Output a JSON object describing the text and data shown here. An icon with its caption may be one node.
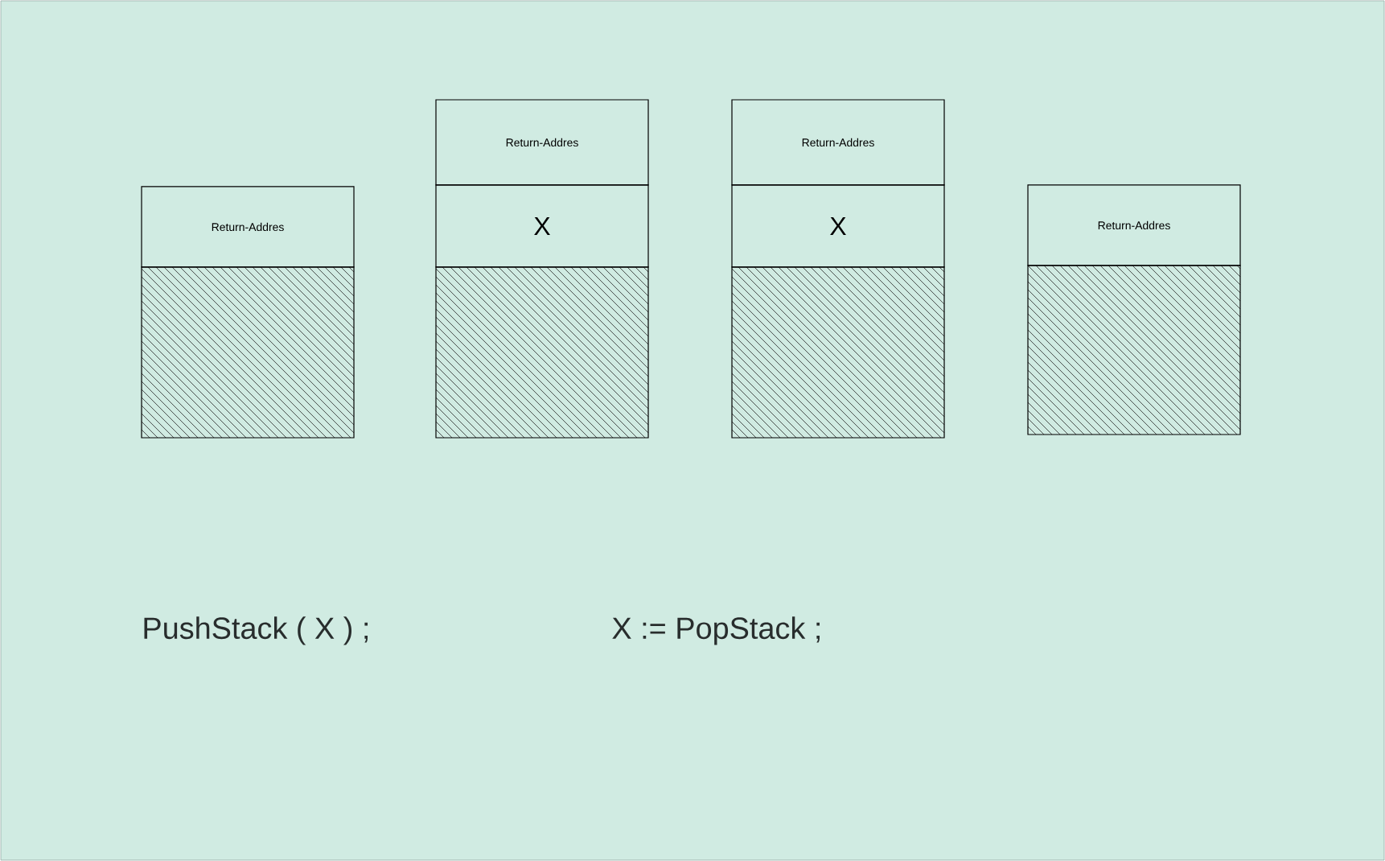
{
  "diagram": {
    "nodes": [
      {
        "text": [
          "Return-Addres"
        ]
      },
      {
        "text": [],
        "shape": "box"
      },
      {
        "text": [
          "Return-Addres"
        ]
      },
      {
        "text": [
          "X"
        ]
      },
      {
        "text": [],
        "shape": "box"
      },
      {
        "text": [
          "Return-Addres"
        ]
      },
      {
        "text": [
          "X"
        ]
      },
      {
        "text": [],
        "shape": "box"
      },
      {
        "text": [
          "Return-Addres"
        ]
      },
      {
        "text": [],
        "shape": "box"
      }
    ],
    "labels": [
      "PushStack ( X ) ;",
      "X := PopStack ;"
    ]
  }
}
